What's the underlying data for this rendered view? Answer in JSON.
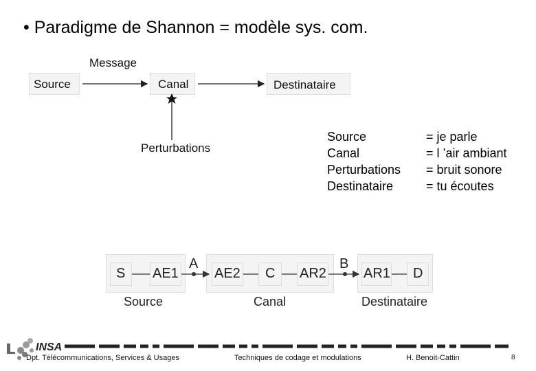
{
  "slide": {
    "title": "• Paradigme de Shannon = modèle sys. com."
  },
  "diagram1": {
    "message": "Message",
    "source": "Source",
    "canal": "Canal",
    "destinataire": "Destinataire",
    "perturbations": "Perturbations"
  },
  "definitions": [
    {
      "term": "Source",
      "meaning": "= je parle"
    },
    {
      "term": "Canal",
      "meaning": "= l ’air ambiant"
    },
    {
      "term": "Perturbations",
      "meaning": "= bruit sonore"
    },
    {
      "term": "Destinataire",
      "meaning": "= tu écoutes"
    }
  ],
  "diagram2": {
    "s": "S",
    "ae1": "AE1",
    "a": "A",
    "ae2": "AE2",
    "c": "C",
    "ar2": "AR2",
    "b": "B",
    "ar1": "AR1",
    "d": "D",
    "source": "Source",
    "canal": "Canal",
    "destinataire": "Destinataire"
  },
  "footer": {
    "logo": "INSA",
    "dept": "Dpt. Télécommunications, Services & Usages",
    "course": "Techniques de codage et modulations",
    "author": "H. Benoit-Cattin",
    "page": "8"
  }
}
